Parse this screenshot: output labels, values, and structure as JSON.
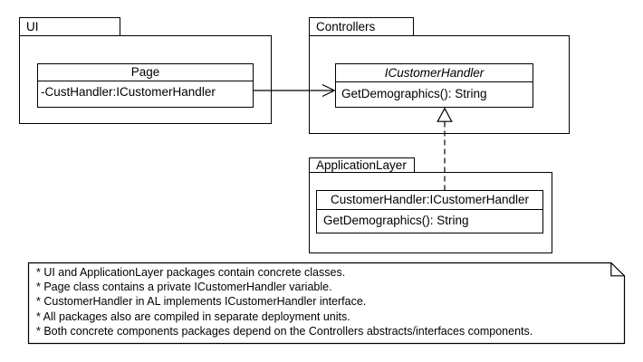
{
  "diagram": {
    "type": "uml-package-diagram",
    "colors": {
      "line": "#000000",
      "background": "#ffffff"
    },
    "packages": {
      "ui": {
        "label": "UI",
        "class": {
          "title": "Page",
          "attribute": "-CustHandler:ICustomerHandler"
        }
      },
      "controllers": {
        "label": "Controllers",
        "interface": {
          "title": "ICustomerHandler",
          "method": "GetDemographics(): String"
        }
      },
      "application_layer": {
        "label": "ApplicationLayer",
        "class": {
          "title": "CustomerHandler:ICustomerHandler",
          "method": "GetDemographics(): String"
        }
      }
    },
    "relationships": [
      {
        "type": "association",
        "from": "UI.Page",
        "to": "Controllers.ICustomerHandler",
        "style": "solid-line-open-arrow"
      },
      {
        "type": "realization",
        "from": "ApplicationLayer.CustomerHandler",
        "to": "Controllers.ICustomerHandler",
        "style": "dashed-line-hollow-triangle"
      }
    ],
    "note": {
      "lines": [
        "* UI and ApplicationLayer packages contain concrete classes.",
        "* Page class contains a private ICustomerHandler variable.",
        "* CustomerHandler in AL implements ICustomerHandler interface.",
        "* All packages also are compiled in separate deployment units.",
        "* Both concrete components packages depend on the Controllers abstracts/interfaces components."
      ]
    }
  }
}
